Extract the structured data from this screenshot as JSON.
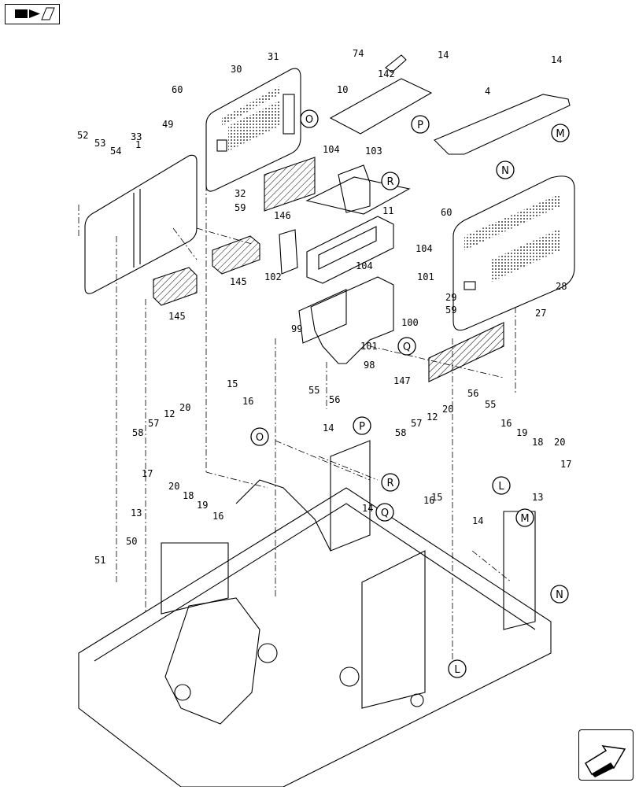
{
  "nav": {
    "top_icon": "book-arrow-icon",
    "bottom_icon": "arrow-right-icon"
  },
  "diagram": {
    "part_numbers": [
      "74",
      "14",
      "142",
      "10",
      "14",
      "4",
      "30",
      "31",
      "60",
      "52",
      "53",
      "54",
      "49",
      "33",
      "1",
      "104",
      "103",
      "32",
      "59",
      "146",
      "60",
      "11",
      "104",
      "102",
      "104",
      "101",
      "145",
      "145",
      "99",
      "101",
      "100",
      "98",
      "29",
      "59",
      "28",
      "27",
      "147",
      "15",
      "16",
      "55",
      "56",
      "56",
      "55",
      "58",
      "57",
      "12",
      "20",
      "14",
      "58",
      "57",
      "12",
      "20",
      "16",
      "19",
      "18",
      "20",
      "17",
      "13",
      "20",
      "18",
      "19",
      "16",
      "17",
      "13",
      "16",
      "15",
      "14",
      "14",
      "51",
      "50"
    ],
    "callouts": [
      "O",
      "P",
      "M",
      "N",
      "R",
      "O",
      "P",
      "R",
      "Q",
      "L",
      "M",
      "N",
      "L",
      "Q"
    ]
  }
}
